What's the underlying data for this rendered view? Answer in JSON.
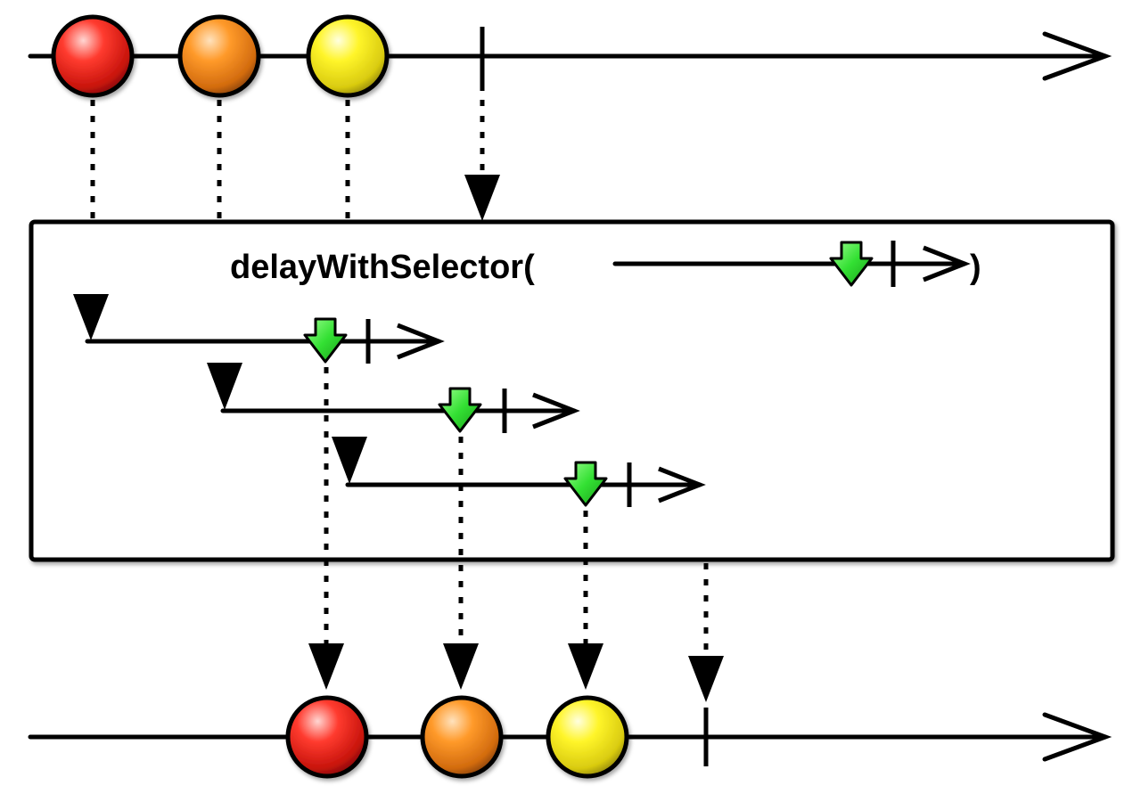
{
  "operator": {
    "name": "delayWithSelector",
    "open_paren": "(",
    "close_paren": ")"
  },
  "source_stream": {
    "items": [
      {
        "color": "red"
      },
      {
        "color": "orange"
      },
      {
        "color": "yellow"
      }
    ],
    "completes": true
  },
  "delay_streams": [
    {
      "for_item": "red",
      "emits": true,
      "completes": true
    },
    {
      "for_item": "orange",
      "emits": true,
      "completes": true
    },
    {
      "for_item": "yellow",
      "emits": true,
      "completes": true
    }
  ],
  "selector_stream": {
    "emits": true,
    "completes": true
  },
  "output_stream": {
    "items": [
      {
        "color": "red"
      },
      {
        "color": "orange"
      },
      {
        "color": "yellow"
      }
    ],
    "completes": true
  },
  "colors": {
    "red": "#e8231c",
    "orange": "#f08a1c",
    "yellow": "#f2e418",
    "green": "#33d633",
    "stroke": "#000000",
    "background": "#ffffff"
  }
}
